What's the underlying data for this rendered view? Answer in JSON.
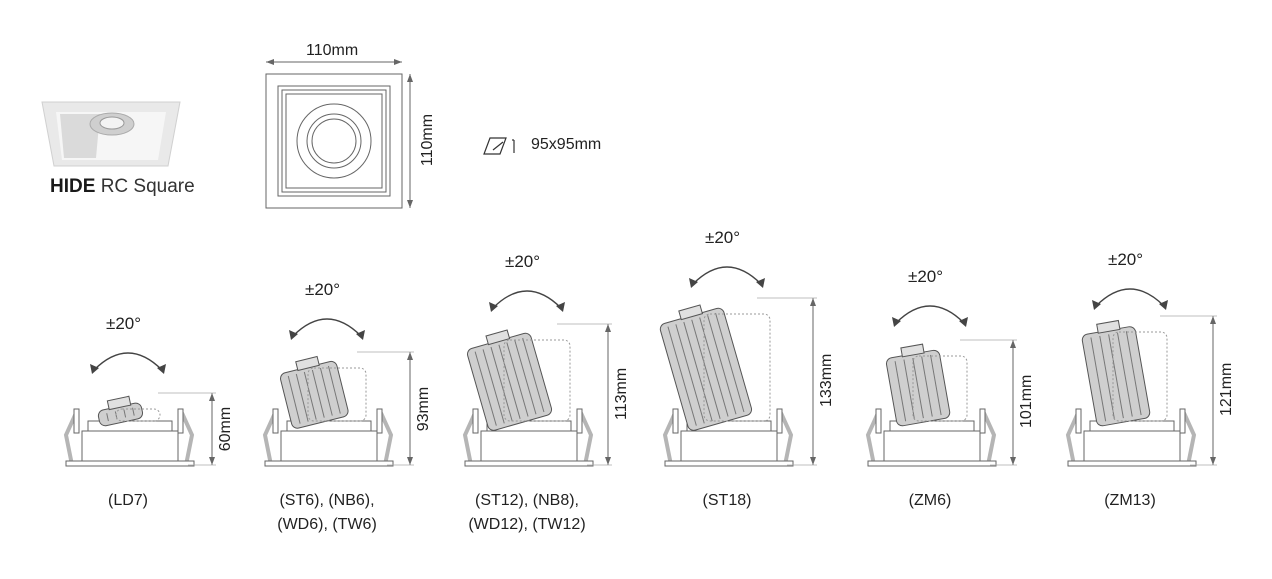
{
  "product": {
    "brand": "HIDE",
    "model": "RC Square"
  },
  "top_view": {
    "width_label": "110mm",
    "height_label": "110mm",
    "cutout_label": "95x95mm"
  },
  "variants": [
    {
      "angle": "±20°",
      "height": "60mm",
      "caption": [
        "(LD7)"
      ]
    },
    {
      "angle": "±20°",
      "height": "93mm",
      "caption": [
        "(ST6), (NB6),",
        "(WD6), (TW6)"
      ]
    },
    {
      "angle": "±20°",
      "height": "113mm",
      "caption": [
        "(ST12), (NB8),",
        "(WD12), (TW12)"
      ]
    },
    {
      "angle": "±20°",
      "height": "133mm",
      "caption": [
        "(ST18)"
      ]
    },
    {
      "angle": "±20°",
      "height": "101mm",
      "caption": [
        "(ZM6)"
      ]
    },
    {
      "angle": "±20°",
      "height": "121mm",
      "caption": [
        "(ZM13)"
      ]
    }
  ],
  "colors": {
    "line": "#666666",
    "heatsink": "#cfcfcf",
    "clip": "#b5b5b5"
  }
}
